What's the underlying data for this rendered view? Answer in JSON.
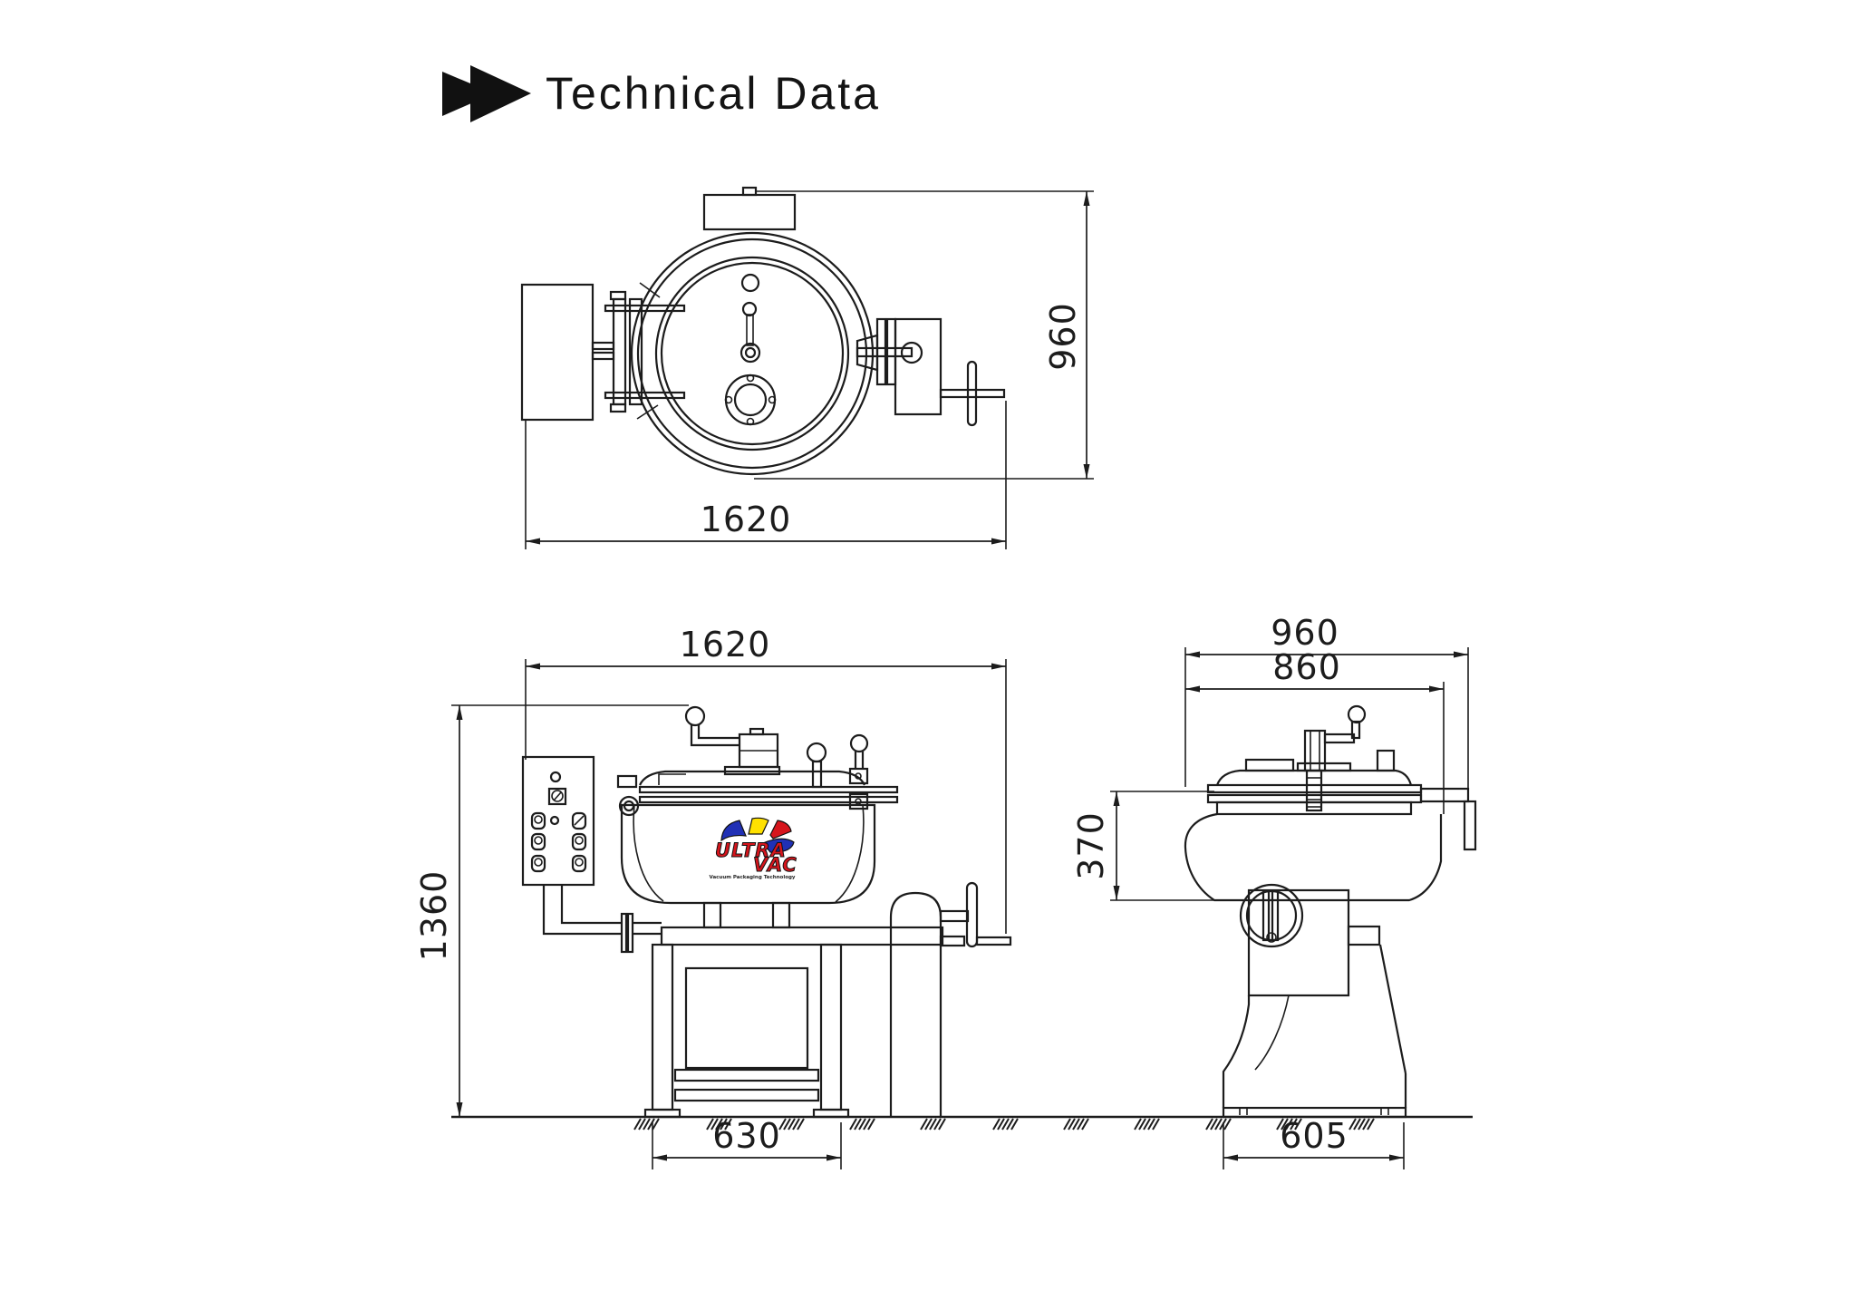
{
  "title": {
    "icon": "fast-forward-icon",
    "text": "Technical Data"
  },
  "dimensions": {
    "top_view": {
      "width": "1620",
      "depth": "960"
    },
    "front_view": {
      "width": "1620",
      "height": "1360",
      "frame_base_width": "630"
    },
    "side_view": {
      "overall_depth": "960",
      "body_depth": "860",
      "bowl_height": "370",
      "pedestal_base_depth": "605"
    }
  },
  "logo": {
    "line1": "ULTRA",
    "line2": "VAC",
    "tagline": "Vacuum Packaging Technology"
  },
  "colors": {
    "line": "#1c1c1c",
    "background": "#ffffff",
    "logo_red": "#d6151c",
    "logo_blue": "#2030b5",
    "logo_yellow": "#ffe100"
  }
}
